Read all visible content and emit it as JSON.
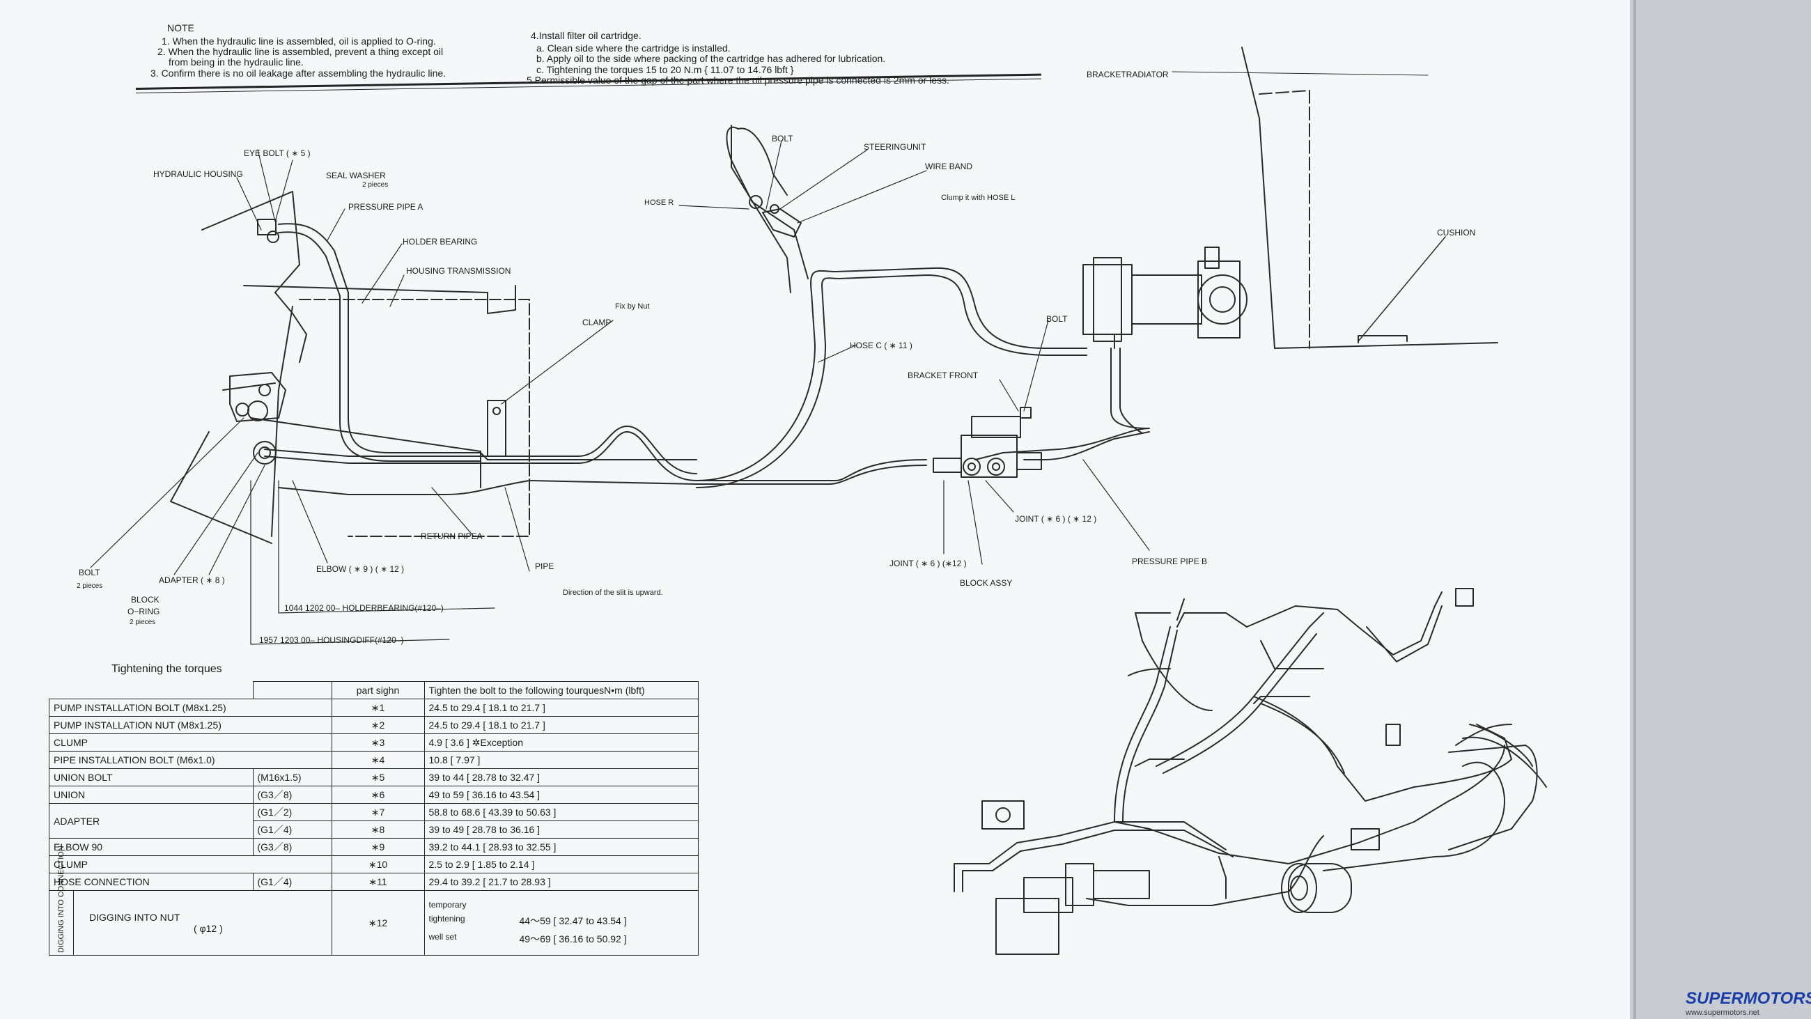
{
  "notes_left": {
    "title": "NOTE",
    "items": [
      "1. When the hydraulic line is assembled, oil is applied to O-ring.",
      "2. When the hydraulic line is assembled, prevent a thing except oil",
      "from being in the hydraulic line.",
      "3. Confirm there is no oil leakage after assembling the hydraulic line."
    ]
  },
  "notes_right": {
    "items": [
      "4.Install filter oil cartridge.",
      "a.   Clean side where the cartridge is installed.",
      "b.   Apply oil to the side where packing of the cartridge has adhered for lubrication.",
      "c.   Tightening the torques 15 to 20 N.m  { 11.07 to 14.76 lbft }",
      "5.Permissible value of the gap of the part where the oil pressure pipe is connected is 2mm or less."
    ]
  },
  "labels": {
    "bracket_radiator": "BRACKETRADIATOR",
    "cushion": "CUSHION",
    "eye_bolt": "EYE BOLT ( ∗ 5 )",
    "hydraulic_housing": "HYDRAULIC HOUSING",
    "seal_washer": "SEAL WASHER",
    "seal_washer_sub": "2 pieces",
    "pressure_pipe_a": "PRESSURE PIPE A",
    "holder_bearing": "HOLDER BEARING",
    "housing_transmission": "HOUSING TRANSMISSION",
    "bolt_top": "BOLT",
    "steering_unit": "STEERINGUNIT",
    "wire_band": "WIRE BAND",
    "clamp_hose_l": "Clump it with HOSE L",
    "hose_r": "HOSE R",
    "fix_by_nut": "Fix by Nut",
    "clamp": "CLAMP",
    "hose_c": "HOSE C ( ∗ 11 )",
    "bolt_mid": "BOLT",
    "bracket_front": "BRACKET FRONT",
    "return_pipe": "RETURN PIPEA",
    "elbow": "ELBOW ( ∗ 9 ) ( ∗ 12 )",
    "pipe": "PIPE",
    "pipe_note": "Direction of the slit is upward.",
    "adapter": "ADAPTER ( ∗ 8 )",
    "bolt_left": "BOLT",
    "bolt_left_sub": "2 pieces",
    "block": "BLOCK",
    "o_ring": "O−RING",
    "o_ring_sub": "2 pieces",
    "joint_right": "JOINT ( ∗ 6 ) ( ∗ 12 )",
    "joint_left": "JOINT ( ∗ 6 ) (∗12 )",
    "block_assy": "BLOCK ASSY",
    "pressure_pipe_b": "PRESSURE PIPE B",
    "ref1": "1044 1202 00– HOLDERBEARING(#120–)",
    "ref2": "1957 1203 00– HOUSINGDIFF(#120–)"
  },
  "torque_table": {
    "title": "Tightening the torques",
    "headers": [
      "part sighn",
      "Tighten the bolt to the following tourquesN•m (lbft)"
    ],
    "rows": [
      {
        "name": "PUMP INSTALLATION BOLT (M8x1.25)",
        "spec": "",
        "sign": "∗1",
        "value": "24.5 to 29.4  [ 18.1 to 21.7 ]"
      },
      {
        "name": "PUMP INSTALLATION NUT (M8x1.25)",
        "spec": "",
        "sign": "∗2",
        "value": "24.5 to 29.4  [ 18.1 to 21.7 ]"
      },
      {
        "name": "CLUMP",
        "spec": "",
        "sign": "∗3",
        "value": "4.9  [ 3.6 ]     ✲Exception"
      },
      {
        "name": "PIPE INSTALLATION BOLT (M6x1.0)",
        "spec": "",
        "sign": "∗4",
        "value": "10.8  [ 7.97 ]"
      },
      {
        "name": "UNION BOLT",
        "spec": "(M16x1.5)",
        "sign": "∗5",
        "value": "39 to 44  [ 28.78 to 32.47 ]"
      },
      {
        "name": "UNION",
        "spec": "(G3／8)",
        "sign": "∗6",
        "value": "49 to 59  [ 36.16 to 43.54 ]"
      },
      {
        "name": "ADAPTER",
        "spec": "(G1／2)",
        "sign": "∗7",
        "value": "58.8 to 68.6  [ 43.39 to 50.63 ]"
      },
      {
        "name": "",
        "spec": "(G1／4)",
        "sign": "∗8",
        "value": "39 to 49  [ 28.78 to 36.16 ]"
      },
      {
        "name": "ELBOW 90",
        "spec": "(G3／8)",
        "sign": "∗9",
        "value": "39.2 to 44.1  [ 28.93 to 32.55 ]"
      },
      {
        "name": "CLUMP",
        "spec": "",
        "sign": "∗10",
        "value": "2.5 to 2.9  [ 1.85 to 2.14 ]"
      },
      {
        "name": "HOSE CONNECTION",
        "spec": "(G1／4)",
        "sign": "∗11",
        "value": "29.4 to 39.2  [ 21.7 to 28.93 ]"
      }
    ],
    "digging": {
      "vertical_label": "DIGGING INTO CONNECTION",
      "name": "DIGGING INTO NUT",
      "sub": "( φ12 )",
      "sign": "∗12",
      "temporary": "temporary",
      "tightening_label": "tightening",
      "tightening_value": "44〜59    [ 32.47 to 43.54 ]",
      "wellset_label": "well set",
      "wellset_value": "49〜69    [ 36.16 to 50.92 ]"
    }
  },
  "logo": {
    "brand": "SUPERMOTORS",
    "url": "www.supermotors.net"
  },
  "colors": {
    "paper": "#f6f7f9",
    "ink": "#1c1c1c",
    "logo": "#1a3ea8"
  }
}
